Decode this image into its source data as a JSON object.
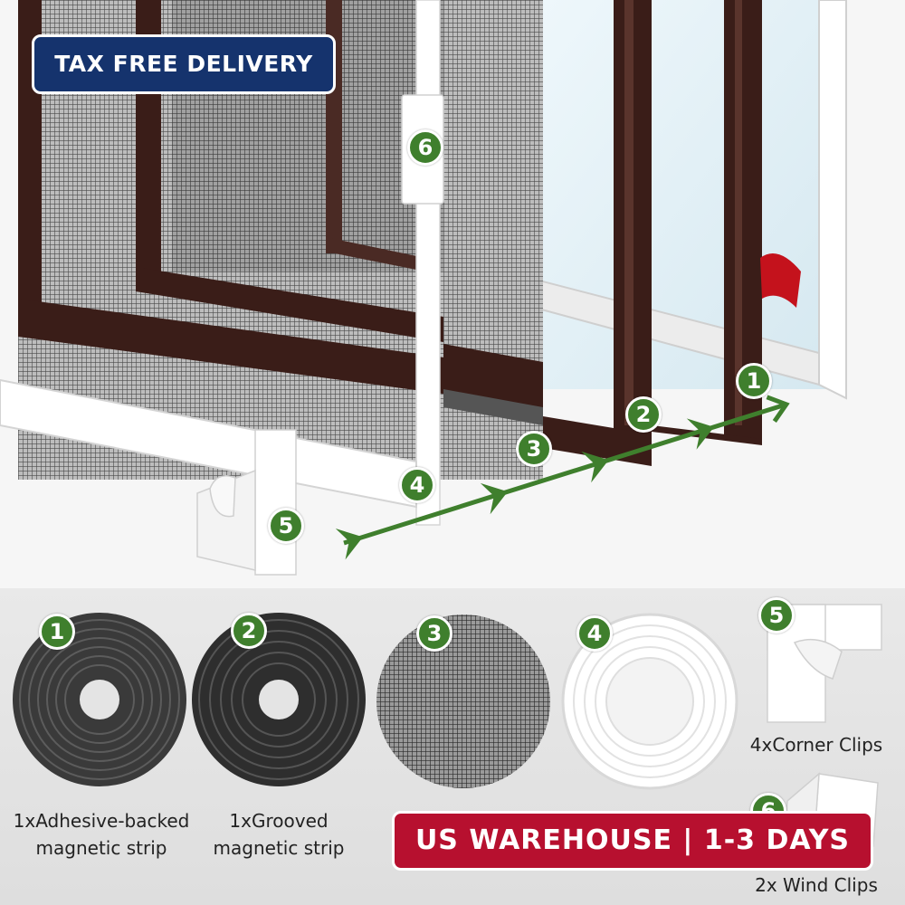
{
  "banners": {
    "top": "TAX FREE DELIVERY",
    "bottom": "US WAREHOUSE | 1-3 DAYS"
  },
  "scene_markers": [
    "1",
    "2",
    "3",
    "4",
    "5",
    "6"
  ],
  "parts": [
    {
      "number": "1",
      "line1": "1xAdhesive-backed",
      "line2": "magnetic strip"
    },
    {
      "number": "2",
      "line1": "1xGrooved",
      "line2": "magnetic strip"
    },
    {
      "number": "3"
    },
    {
      "number": "4"
    },
    {
      "number": "5",
      "line1": "4xCorner Clips"
    },
    {
      "number": "6",
      "line1": "2x Wind Clips"
    }
  ],
  "colors": {
    "frame": "#3a1d18",
    "mesh": "#505050",
    "arrow": "#3f7f2d",
    "marker": "#3f7f2d",
    "tax_banner": "#15336d",
    "warehouse_banner": "#b7102f",
    "tape": "#c4121c"
  }
}
